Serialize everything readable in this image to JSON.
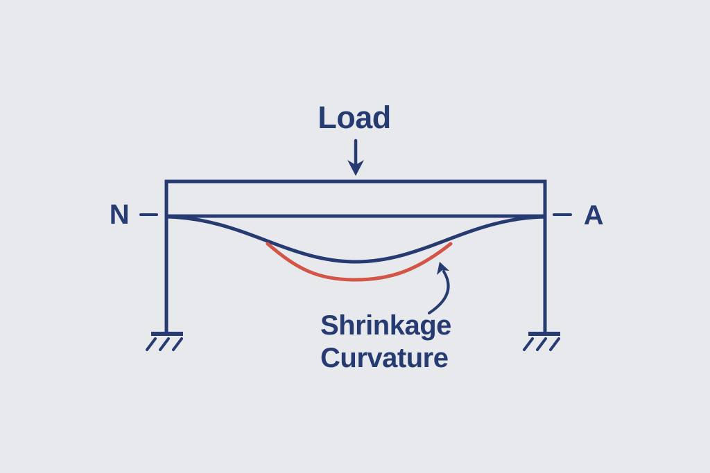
{
  "colors": {
    "background": "#e8e9ec",
    "navy": "#263b72",
    "red": "#d25548"
  },
  "diagram": {
    "load_label": "Load",
    "neutral_axis_left_label": "N",
    "neutral_axis_right_label": "A",
    "annotation_line1": "Shrinkage",
    "annotation_line2": "Curvature"
  }
}
